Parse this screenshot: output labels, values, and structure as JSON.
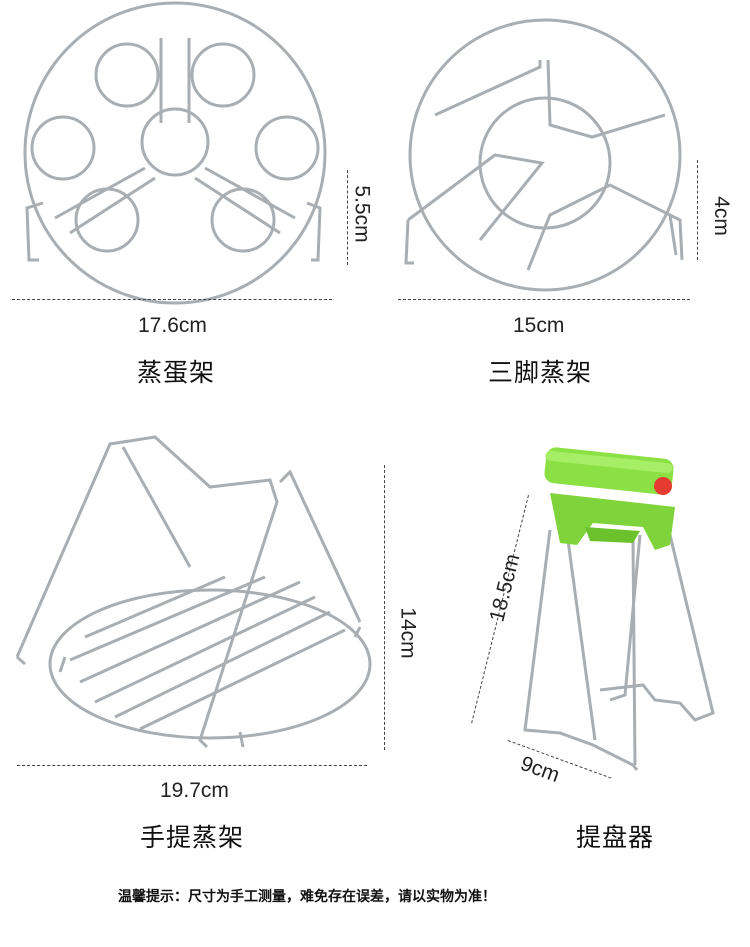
{
  "products": {
    "egg_rack": {
      "name": "蒸蛋架",
      "width": "17.6cm",
      "height": "5.5cm"
    },
    "tripod_rack": {
      "name": "三脚蒸架",
      "width": "15cm",
      "height": "4cm"
    },
    "handle_rack": {
      "name": "手提蒸架",
      "width": "19.7cm",
      "height": "14cm"
    },
    "plate_clip": {
      "name": "提盘器",
      "width": "9cm",
      "height": "18.5cm"
    }
  },
  "footer_note": "温馨提示：尺寸为手工测量，难免存在误差，请以实物为准！",
  "colors": {
    "metal": "#9aa0a6",
    "clip_green": "#7ed43a",
    "clip_red": "#e43a2f"
  }
}
